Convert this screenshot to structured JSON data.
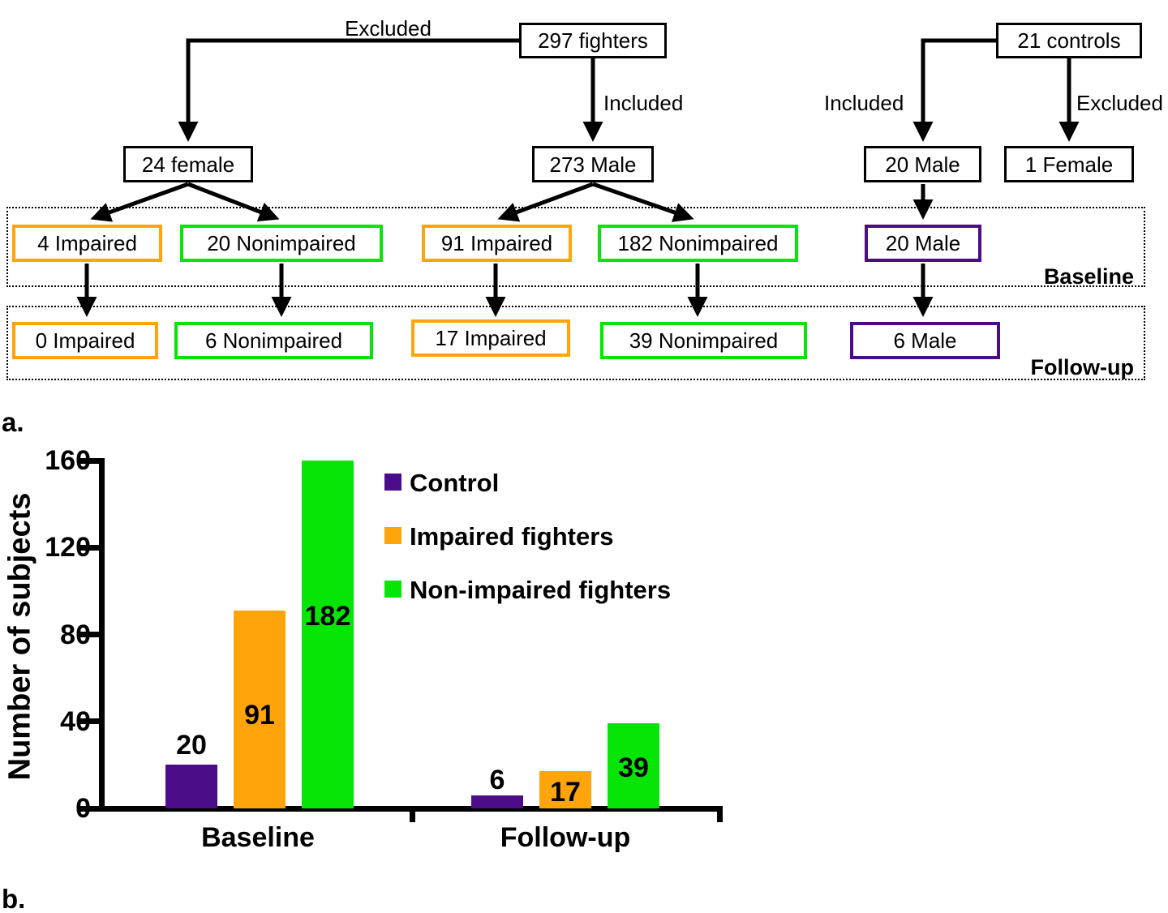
{
  "colors": {
    "purple": "#4B0D87",
    "orange": "#FFA40B",
    "green": "#06E506",
    "black": "#000000"
  },
  "panel_labels": {
    "a": "a.",
    "b": "b."
  },
  "flowchart": {
    "fighters_box": "297 fighters",
    "controls_box": "21 controls",
    "fighters_excluded_label": "Excluded",
    "fighters_included_label": "Included",
    "controls_included_label": "Included",
    "controls_excluded_label": "Excluded",
    "female_box": "24 female",
    "male_box": "273 Male",
    "controls_male_box": "20 Male",
    "controls_female_box": "1 Female",
    "baseline": {
      "label": "Baseline",
      "boxes": [
        {
          "text": "4 Impaired",
          "color": "orange"
        },
        {
          "text": "20 Nonimpaired",
          "color": "green"
        },
        {
          "text": "91 Impaired",
          "color": "orange"
        },
        {
          "text": "182 Nonimpaired",
          "color": "green"
        },
        {
          "text": "20 Male",
          "color": "purple"
        }
      ]
    },
    "followup": {
      "label": "Follow-up",
      "boxes": [
        {
          "text": "0 Impaired",
          "color": "orange"
        },
        {
          "text": "6 Nonimpaired",
          "color": "green"
        },
        {
          "text": "17 Impaired",
          "color": "orange"
        },
        {
          "text": "39 Nonimpaired",
          "color": "green"
        },
        {
          "text": "6 Male",
          "color": "purple"
        }
      ]
    }
  },
  "chart_data": {
    "type": "bar",
    "categories": [
      "Baseline",
      "Follow-up"
    ],
    "series": [
      {
        "name": "Control",
        "color": "#4B0D87",
        "values": [
          20,
          6
        ]
      },
      {
        "name": "Impaired fighters",
        "color": "#FFA40B",
        "values": [
          91,
          17
        ]
      },
      {
        "name": "Non-impaired fighters",
        "color": "#06E506",
        "values": [
          182,
          39
        ]
      }
    ],
    "title": "",
    "xlabel": "",
    "ylabel": "Number of subjects",
    "yticks": [
      0,
      40,
      80,
      120,
      160
    ],
    "ylim": [
      0,
      160
    ],
    "bars_clipped_at_ymax": [
      "182"
    ],
    "legend_position": "upper right",
    "grid": false
  }
}
